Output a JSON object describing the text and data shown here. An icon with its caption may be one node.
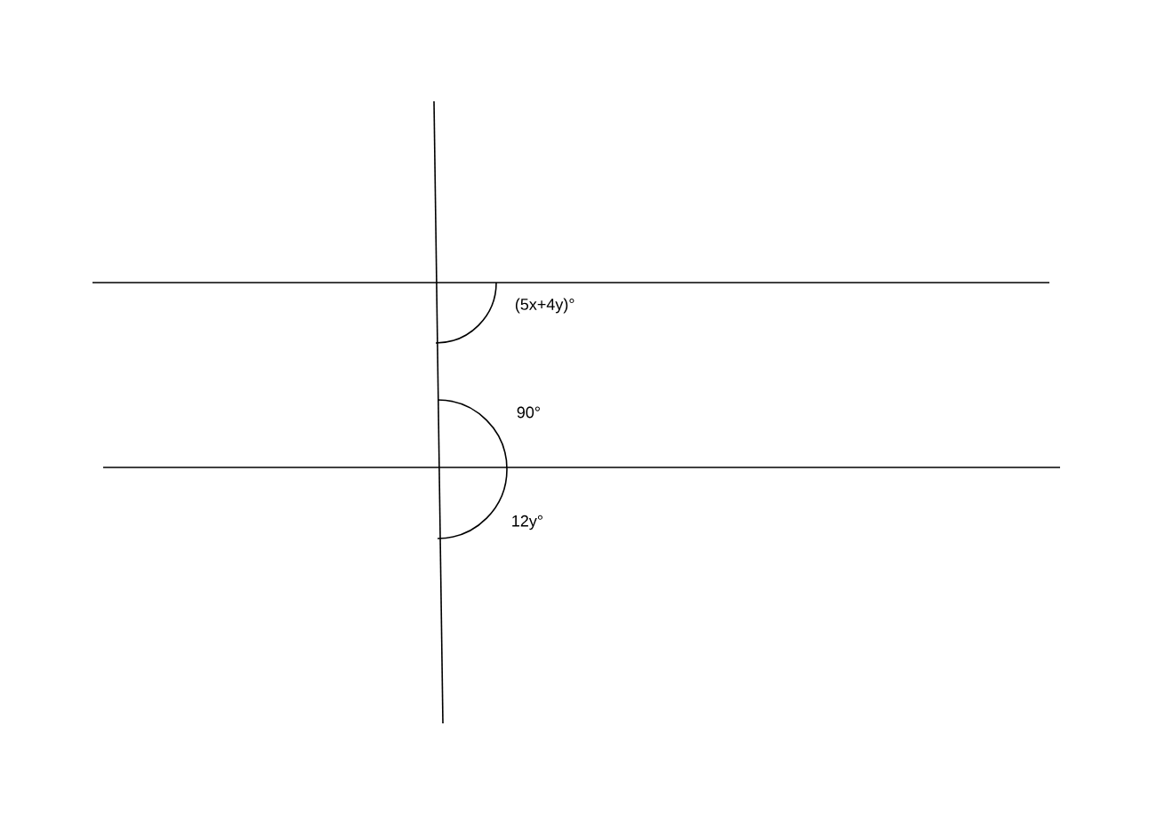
{
  "diagram": {
    "labels": [
      "(5x+4y)°",
      "90°",
      "12y°"
    ]
  }
}
